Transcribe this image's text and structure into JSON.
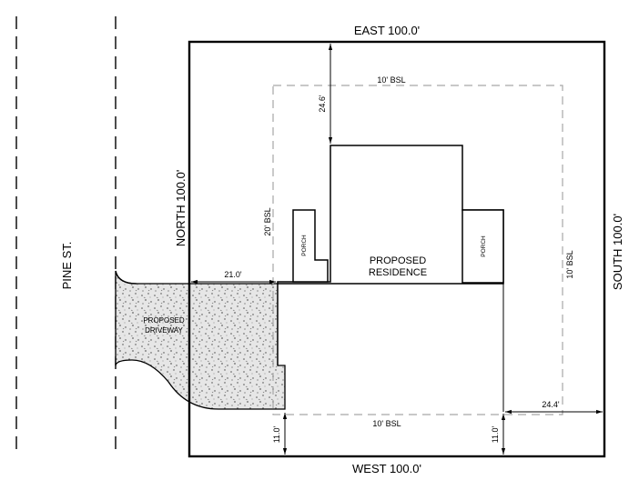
{
  "street": {
    "name": "PINE ST."
  },
  "property_lines": {
    "east": "EAST 100.0'",
    "west": "WEST 100.0'",
    "north": "NORTH 100.0'",
    "south": "SOUTH 100.0'"
  },
  "building_setback_lines": {
    "top": "10' BSL",
    "bottom": "10' BSL",
    "left": "20' BSL",
    "right": "10' BSL"
  },
  "dimensions": {
    "top_setback": "24.6'",
    "driveway_offset": "21.0'",
    "right_setback": "24.4'",
    "bottom_left": "11.0'",
    "bottom_right": "11.0'"
  },
  "residence": {
    "line1": "PROPOSED",
    "line2": "RESIDENCE"
  },
  "porches": {
    "left": "PORCH",
    "right": "PORCH"
  },
  "driveway": {
    "line1": "PROPOSED",
    "line2": "DRIVEWAY"
  },
  "colors": {
    "line": "#000000",
    "setback": "#a6a6a6"
  }
}
